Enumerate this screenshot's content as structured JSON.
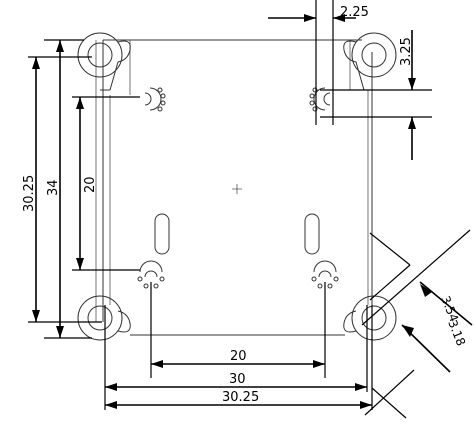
{
  "dimensions": {
    "top_offset": "2.25",
    "right_offset": "3.25",
    "left_outer": "30.25",
    "left_middle": "34",
    "left_inner": "20",
    "bottom_inner": "20",
    "bottom_middle": "30",
    "bottom_outer": "30.25",
    "diag_upper": "3.54",
    "diag_lower": "3.18"
  }
}
